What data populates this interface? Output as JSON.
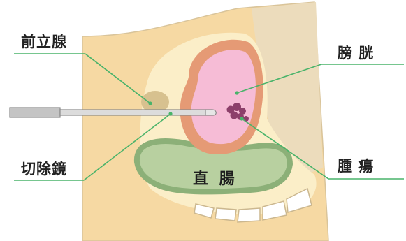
{
  "labels": {
    "prostate": "前立腺",
    "bladder": "膀 胱",
    "resectoscope": "切除鏡",
    "tumor": "腫 瘍",
    "rectum": "直 腸"
  },
  "colors": {
    "skin": "#f6d9a3",
    "body_outline": "#d9c49a",
    "pelvic_cavity": "#fbeec8",
    "bone_region": "#ecdcbc",
    "bladder_wall": "#e59a75",
    "bladder_inside": "#f6bcd6",
    "prostate": "#d7c18f",
    "rectum_wall": "#8cb078",
    "rectum_inside": "#b8d0a0",
    "tumor": "#8c3f6a",
    "scope": "#c8c8c8",
    "leader_line": "#49b36a"
  }
}
